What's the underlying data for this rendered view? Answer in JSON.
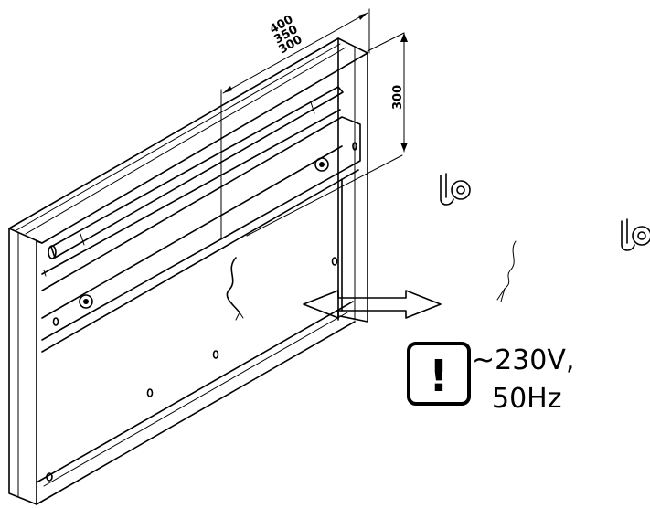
{
  "dimensions": {
    "width_options": [
      "400",
      "350",
      "300"
    ],
    "height": "300"
  },
  "power": {
    "voltage": "~230V,",
    "frequency": "50Hz",
    "warning_symbol": "!"
  },
  "icons": {
    "hook": "wall-hook-icon",
    "cable": "power-cable-icon",
    "warning": "exclamation-warning-icon",
    "arrow": "double-arrow-icon"
  }
}
